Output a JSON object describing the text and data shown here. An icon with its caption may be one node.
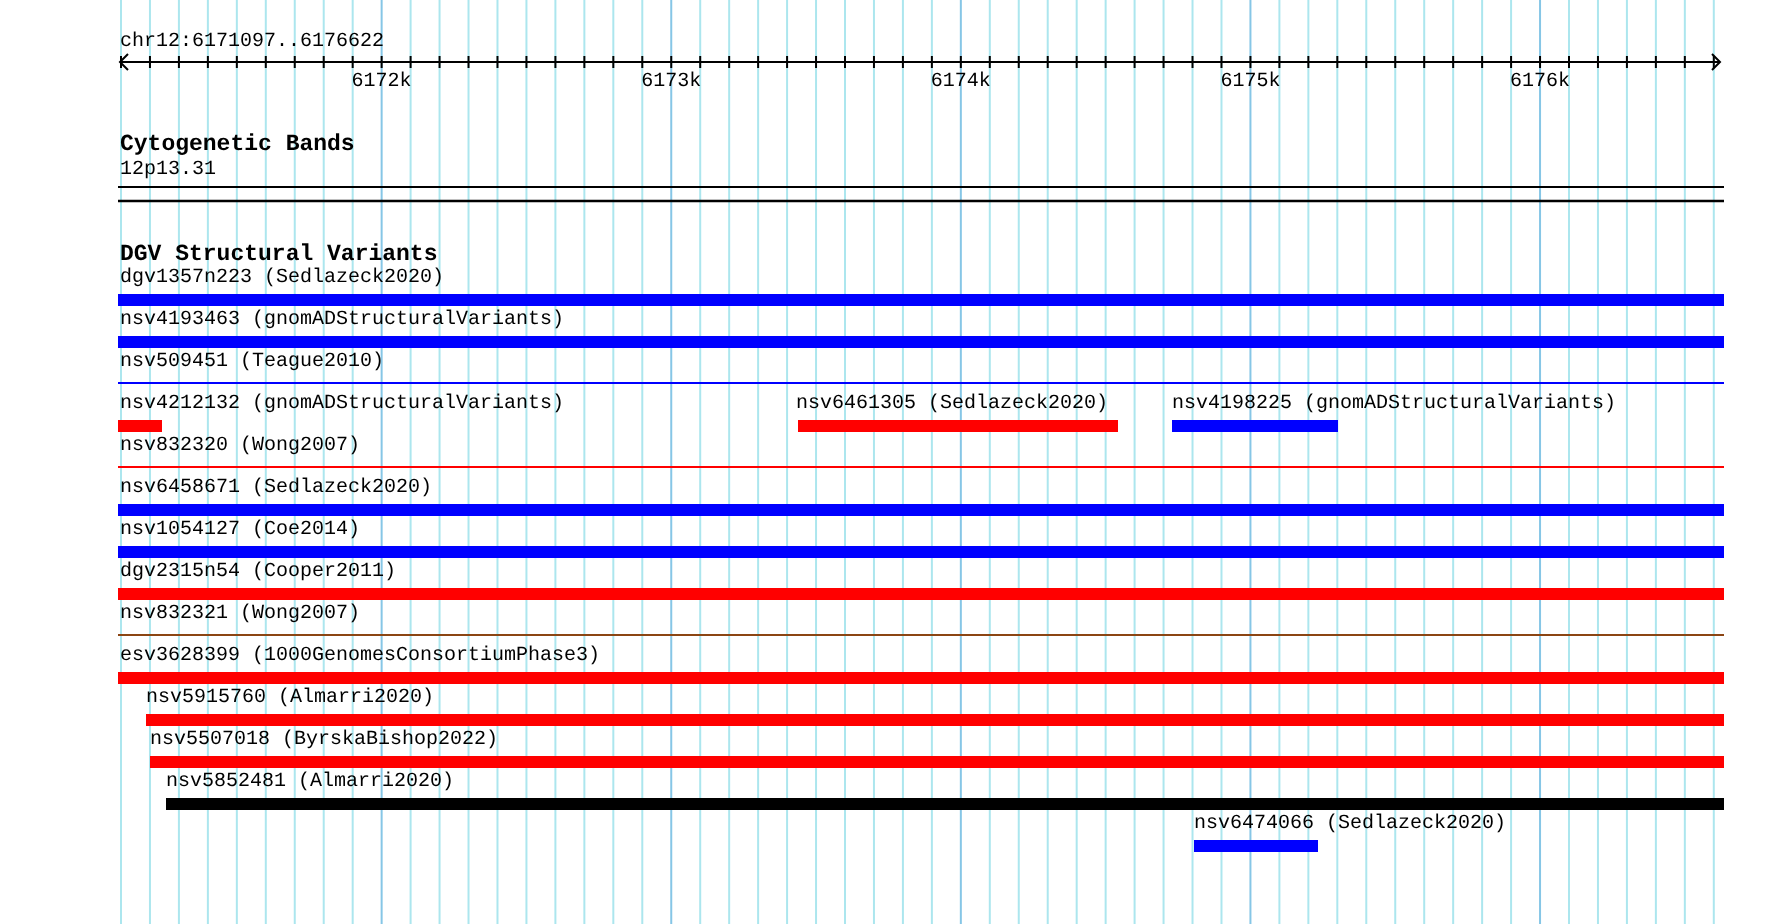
{
  "diagram": {
    "nodes": [
      {
        "text": [
          "12p13.31"
        ]
      },
      {
        "text": [
          "dgv1357n223 (Sedlazeck2020)"
        ]
      },
      {
        "text": [
          "nsv4193463 (gnomADStructuralVariants)"
        ]
      },
      {
        "text": [
          "nsv509451 (Teague2010)"
        ]
      },
      {
        "text": [
          "nsv4212132 (gnomADStructuralVariants)"
        ]
      },
      {
        "text": [
          "nsv6461305 (Sedlazeck2020)"
        ]
      },
      {
        "text": [
          "nsv4198225 (gnomADStructuralVariants)"
        ]
      },
      {
        "text": [
          "nsv832320 (Wong2007)"
        ]
      },
      {
        "text": [
          "nsv6458671 (Sedlazeck2020)"
        ]
      },
      {
        "text": [
          "nsv1054127 (Coe2014)"
        ]
      },
      {
        "text": [
          "dgv2315n54 (Cooper2011)"
        ]
      },
      {
        "text": [
          "nsv832321 (Wong2007)"
        ]
      },
      {
        "text": [
          "esv3628399 (1000GenomesConsortiumPhase3)"
        ]
      },
      {
        "text": [
          "nsv5915760 (Almarri2020)"
        ]
      },
      {
        "text": [
          "nsv5507018 (ByrskaBishop2022)"
        ]
      },
      {
        "text": [
          "nsv5852481 (Almarri2020)"
        ]
      },
      {
        "text": [
          "nsv6474066 (Sedlazeck2020)"
        ]
      }
    ],
    "labels": [
      "chr12:6171097..6176622",
      "6172k",
      "6173k",
      "6174k",
      "6175k",
      "6176k",
      "Cytogenetic Bands",
      "DGV Structural Variants"
    ]
  }
}
